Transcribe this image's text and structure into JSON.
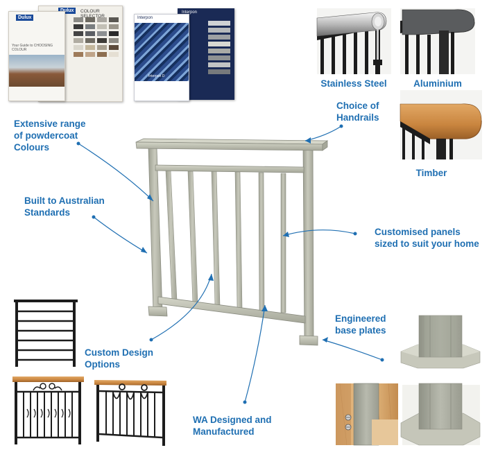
{
  "brochures": {
    "dulux": {
      "brand": "Dulux",
      "brand_small": "Dulux",
      "selector_title": "COLOUR SELECTOR",
      "guide_title": "Your Guide to CHOOSING COLOUR"
    },
    "interpon": {
      "brand": "Interpon",
      "brand_back": "Interpon",
      "product": "Interpon D"
    }
  },
  "handrails": {
    "stainless": "Stainless Steel",
    "aluminium": "Aluminium",
    "timber": "Timber"
  },
  "callouts": {
    "colours": [
      "Extensive range",
      "of powdercoat",
      "Colours"
    ],
    "handrails": [
      "Choice of",
      "Handrails"
    ],
    "standards": [
      "Built to Australian",
      "Standards"
    ],
    "panels": [
      "Customised panels",
      "sized to suit your home"
    ],
    "custom_design": [
      "Custom Design",
      "Options"
    ],
    "base_plates": [
      "Engineered",
      "base plates"
    ],
    "wa": [
      "WA Designed and",
      "Manufactured"
    ]
  },
  "colors": {
    "label_blue": "#1f6fb2",
    "rail_grey": "#b3b5a6",
    "black": "#1c1c1c",
    "timber": "#c98b45"
  }
}
